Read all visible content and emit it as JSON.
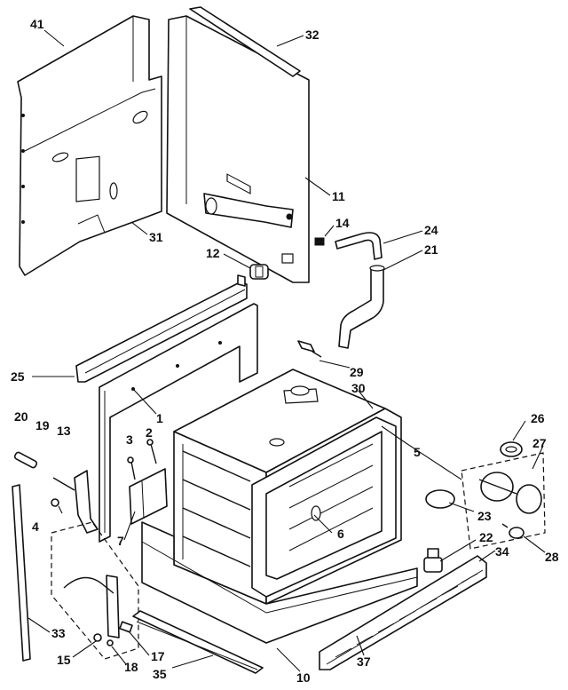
{
  "diagram": {
    "callouts": [
      {
        "id": "41",
        "label": "41"
      },
      {
        "id": "32",
        "label": "32"
      },
      {
        "id": "11",
        "label": "11"
      },
      {
        "id": "14",
        "label": "14"
      },
      {
        "id": "31",
        "label": "31"
      },
      {
        "id": "24",
        "label": "24"
      },
      {
        "id": "21",
        "label": "21"
      },
      {
        "id": "12",
        "label": "12"
      },
      {
        "id": "25",
        "label": "25"
      },
      {
        "id": "29",
        "label": "29"
      },
      {
        "id": "30",
        "label": "30"
      },
      {
        "id": "1",
        "label": "1"
      },
      {
        "id": "20",
        "label": "20"
      },
      {
        "id": "19",
        "label": "19"
      },
      {
        "id": "13",
        "label": "13"
      },
      {
        "id": "3",
        "label": "3"
      },
      {
        "id": "2",
        "label": "2"
      },
      {
        "id": "5",
        "label": "5"
      },
      {
        "id": "26",
        "label": "26"
      },
      {
        "id": "27",
        "label": "27"
      },
      {
        "id": "4",
        "label": "4"
      },
      {
        "id": "7",
        "label": "7"
      },
      {
        "id": "6",
        "label": "6"
      },
      {
        "id": "23",
        "label": "23"
      },
      {
        "id": "22",
        "label": "22"
      },
      {
        "id": "34",
        "label": "34"
      },
      {
        "id": "28",
        "label": "28"
      },
      {
        "id": "33",
        "label": "33"
      },
      {
        "id": "15",
        "label": "15"
      },
      {
        "id": "17",
        "label": "17"
      },
      {
        "id": "18",
        "label": "18"
      },
      {
        "id": "35",
        "label": "35"
      },
      {
        "id": "10",
        "label": "10"
      },
      {
        "id": "37",
        "label": "37"
      }
    ]
  }
}
